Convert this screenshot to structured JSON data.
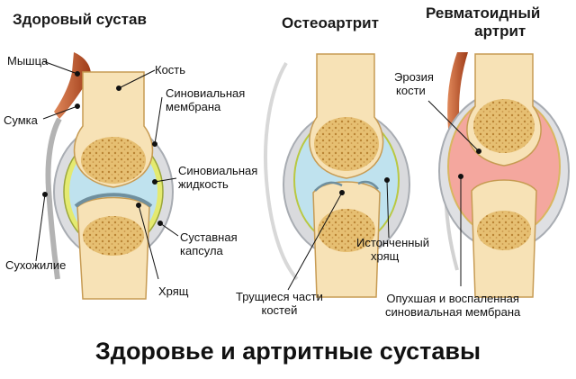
{
  "caption": "Здоровье и артритные суставы",
  "panels": {
    "healthy": {
      "title": "Здоровый сустав",
      "labels": {
        "muscle": "Мышца",
        "bone": "Кость",
        "synovial_membrane": [
          "Синовиальная",
          "мембрана"
        ],
        "bursa": "Сумка",
        "synovial_fluid": [
          "Синовиальная",
          "жидкость"
        ],
        "joint_capsule": [
          "Суставная",
          "капсула"
        ],
        "tendon": "Сухожилие",
        "cartilage": "Хрящ"
      }
    },
    "osteoarthritis": {
      "title": "Остеоартрит",
      "labels": {
        "thinned_cartilage": [
          "Истонченный",
          "хрящ"
        ],
        "rubbing_bones": [
          "Трущиеся части",
          "костей"
        ]
      }
    },
    "rheumatoid": {
      "title": [
        "Ревматоидный",
        "артрит"
      ],
      "labels": {
        "bone_erosion": [
          "Эрозия",
          "кости"
        ],
        "inflamed_membrane": [
          "Опухшая и воспаленная",
          "синовиальная мембрана"
        ]
      }
    }
  },
  "colors": {
    "bone": "#f7e2b6",
    "marrow": "#d8a84f",
    "fluid": "#bfe2ee",
    "cartilage_rim": "#6f8f9e",
    "membrane": "#e4ea70",
    "capsule": "#c9ccd0",
    "muscle": "#c0582a",
    "inflamed": "#f4a79e"
  }
}
